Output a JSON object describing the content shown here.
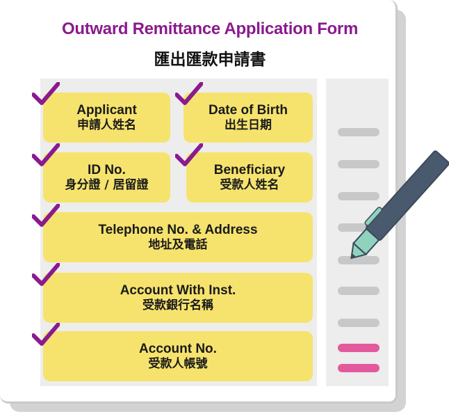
{
  "title": {
    "en": "Outward Remittance Application Form",
    "zh": "匯出匯款申請書"
  },
  "fields": [
    {
      "en": "Applicant",
      "zh": "申請人姓名"
    },
    {
      "en": "Date of Birth",
      "zh": "出生日期"
    },
    {
      "en": "ID No.",
      "zh": "身分證 / 居留證"
    },
    {
      "en": "Beneficiary",
      "zh": "受款人姓名"
    },
    {
      "en": "Telephone No. & Address",
      "zh": "地址及電話"
    },
    {
      "en": "Account With Inst.",
      "zh": "受款銀行名稱"
    },
    {
      "en": "Account No.",
      "zh": "受款人帳號"
    }
  ],
  "colors": {
    "title": "#8a1a8e",
    "field_bg": "#f6e36e",
    "check": "#8a1a8e",
    "line_gray": "#c8c8c8",
    "line_pink": "#e25a9c",
    "pen_body": "#4a5a6e",
    "pen_grip": "#8fd3bf"
  },
  "icons": [
    "checkmark-icon",
    "pen-icon"
  ]
}
